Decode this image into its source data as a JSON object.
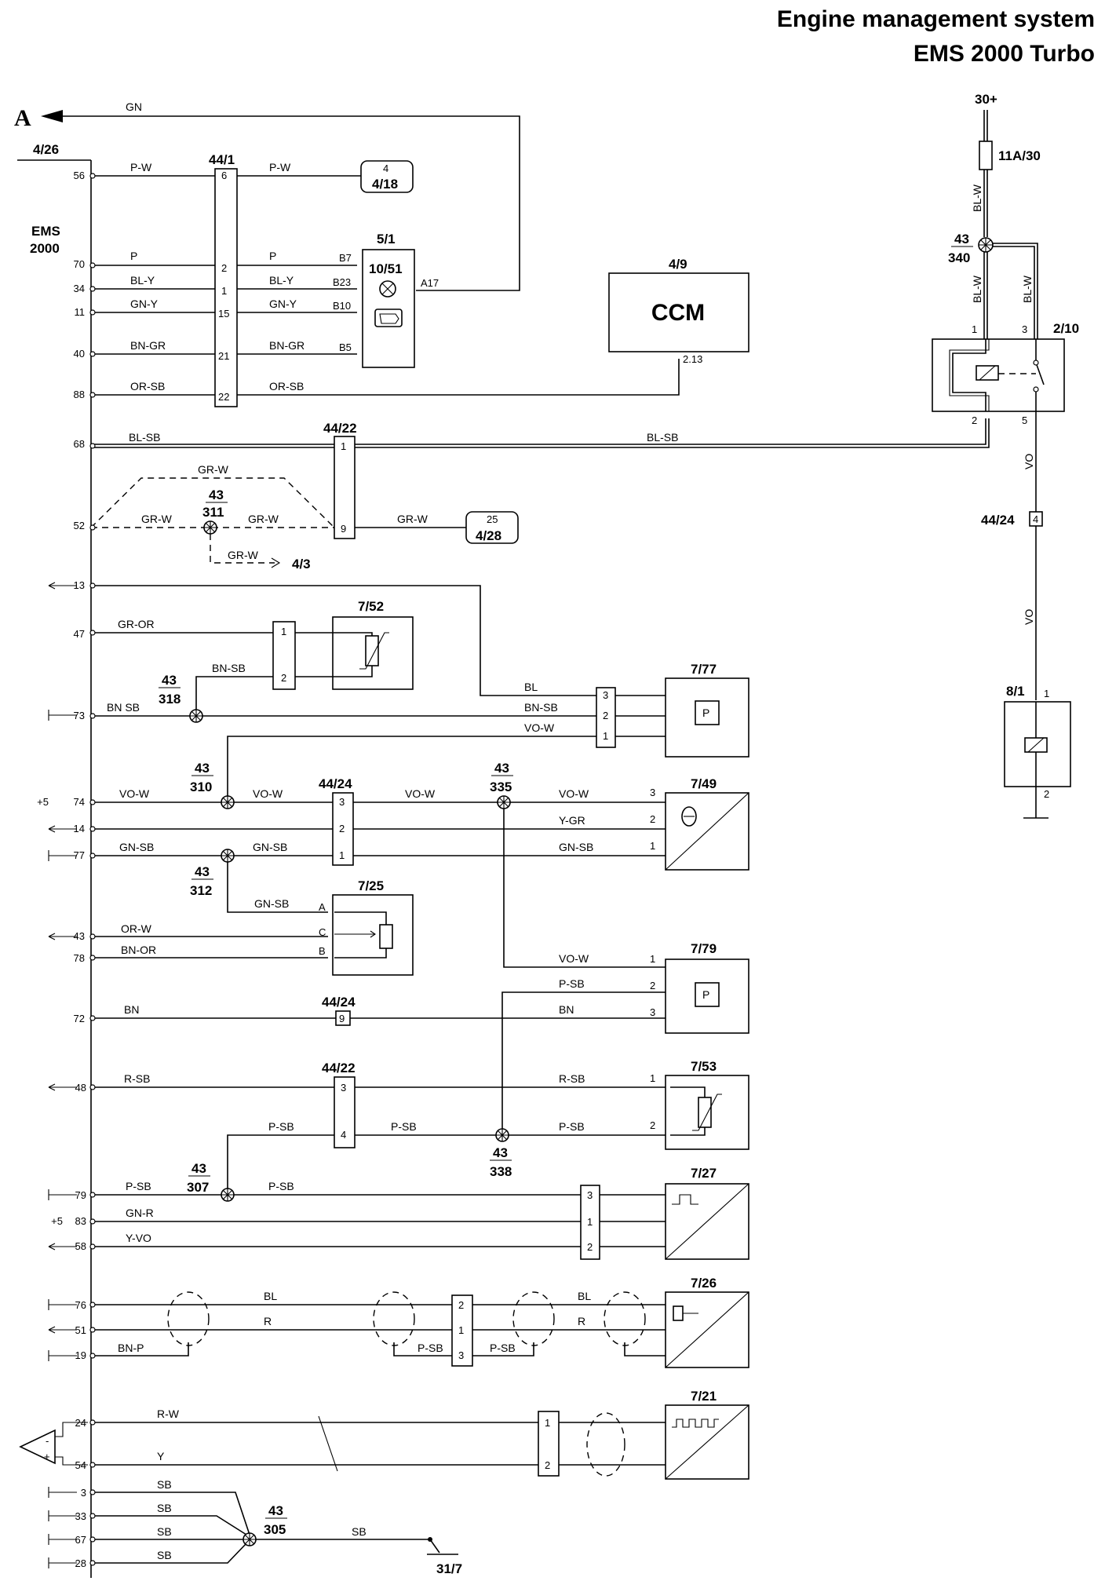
{
  "title": {
    "line1": "Engine management system",
    "line2": "EMS 2000 Turbo"
  },
  "arrow_label": "A",
  "supply": {
    "label": "30+",
    "fuse": "11A/30"
  },
  "ecu": {
    "ref": "4/26",
    "name_line1": "EMS",
    "name_line2": "2000"
  },
  "components": {
    "c44_1": "44/1",
    "c5_1": "5/1",
    "c10_51": "10/51",
    "c4_9": "4/9",
    "ccm": "CCM",
    "ccm_pin": "2.13",
    "c2_10": "2/10",
    "c44_22_top": "44/22",
    "c44_24_right": "44/24",
    "c8_1": "8/1",
    "c7_52": "7/52",
    "c7_77": "7/77",
    "c7_49": "7/49",
    "c44_24a": "44/24",
    "c7_25": "7/25",
    "c7_79": "7/79",
    "c44_24b": "44/24",
    "c44_22b": "44/22",
    "c7_53": "7/53",
    "c7_27": "7/27",
    "c7_26": "7/26",
    "c7_21": "7/21",
    "ground": "31/7",
    "ref_4_18_top": "4",
    "ref_4_18": "4/18",
    "ref_4_28_top": "25",
    "ref_4_28": "4/28",
    "ref_4_3": "4/3"
  },
  "splices": [
    {
      "top": "43",
      "bottom": "340"
    },
    {
      "top": "43",
      "bottom": "311"
    },
    {
      "top": "43",
      "bottom": "318"
    },
    {
      "top": "43",
      "bottom": "310"
    },
    {
      "top": "43",
      "bottom": "335"
    },
    {
      "top": "43",
      "bottom": "312"
    },
    {
      "top": "43",
      "bottom": "338"
    },
    {
      "top": "43",
      "bottom": "307"
    },
    {
      "top": "43",
      "bottom": "305"
    }
  ],
  "ecu_pins": [
    "56",
    "70",
    "34",
    "11",
    "40",
    "88",
    "68",
    "52",
    "13",
    "47",
    "73",
    "74",
    "14",
    "77",
    "43",
    "78",
    "72",
    "48",
    "79",
    "83",
    "58",
    "76",
    "51",
    "19",
    "24",
    "54",
    "3",
    "33",
    "67",
    "28"
  ],
  "pin_prefix": {
    "p74": "+5",
    "p83": "+5"
  },
  "wires": {
    "gn": "GN",
    "pw1": "P-W",
    "pw2": "P-W",
    "p1": "P",
    "p2": "P",
    "bly1": "BL-Y",
    "bly2": "BL-Y",
    "gny1": "GN-Y",
    "gny2": "GN-Y",
    "bngr1": "BN-GR",
    "bngr2": "BN-GR",
    "orsb1": "OR-SB",
    "orsb2": "OR-SB",
    "blsb1": "BL-SB",
    "blsb2": "BL-SB",
    "grw_top": "GR-W",
    "grw1": "GR-W",
    "grw2": "GR-W",
    "grw3": "GR-W",
    "grw4": "GR-W",
    "blw1": "BL-W",
    "blw2": "BL-W",
    "blw3": "BL-W",
    "vo1": "VO",
    "vo2": "VO",
    "gror": "GR-OR",
    "bnsb1": "BN-SB",
    "bnsb2": "BN SB",
    "bnsb3": "BN-SB",
    "bl1": "BL",
    "vow1": "VO-W",
    "vow2": "VO-W",
    "vow3": "VO-W",
    "vow4": "VO-W",
    "vow5": "VO-W",
    "vow6": "VO-W",
    "ygr": "Y-GR",
    "gnsb1": "GN-SB",
    "gnsb2": "GN-SB",
    "gnsb3": "GN-SB",
    "gnsb4": "GN-SB",
    "orw": "OR-W",
    "bnor": "BN-OR",
    "psb1": "P-SB",
    "bn1": "BN",
    "bn2": "BN",
    "rsb1": "R-SB",
    "rsb2": "R-SB",
    "psb2": "P-SB",
    "psb3": "P-SB",
    "psb4": "P-SB",
    "psb5": "P-SB",
    "psb6": "P-SB",
    "gnr": "GN-R",
    "yvo": "Y-VO",
    "bl2": "BL",
    "bl3": "BL",
    "r1": "R",
    "r2": "R",
    "bnp": "BN-P",
    "psb7": "P-SB",
    "psb8": "P-SB",
    "rw": "R-W",
    "y": "Y",
    "sb1": "SB",
    "sb2": "SB",
    "sb3": "SB",
    "sb4": "SB",
    "sb5": "SB"
  }
}
